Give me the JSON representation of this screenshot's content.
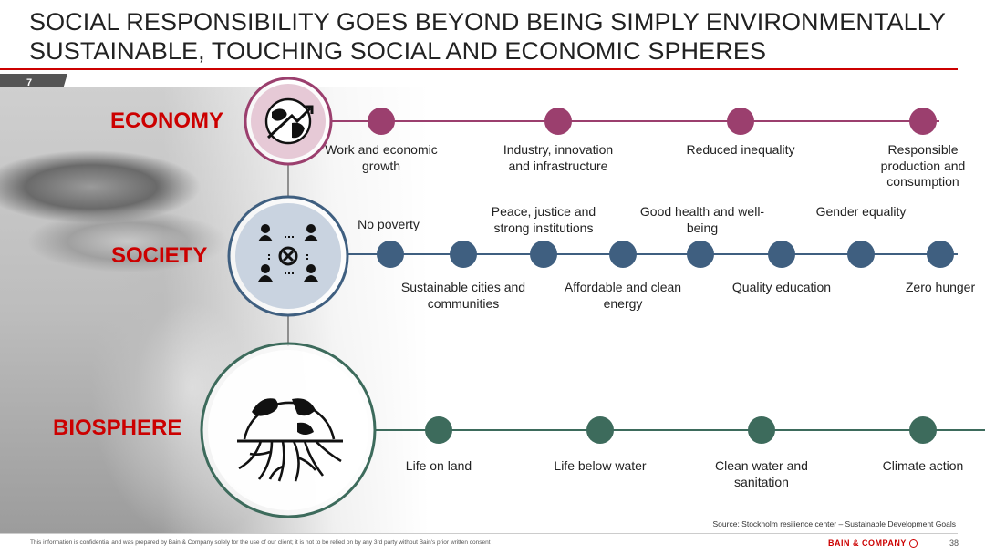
{
  "title": "SOCIAL RESPONSIBILITY GOES BEYOND BEING SIMPLY ENVIRONMENTALLY SUSTAINABLE, TOUCHING SOCIAL AND ECONOMIC SPHERES",
  "slide_number": "7",
  "spheres": [
    {
      "name": "ECONOMY",
      "color": "#9b3f6e",
      "icon": "globe-economy-icon",
      "goals": [
        "Work and economic growth",
        "Industry, innovation and infrastructure",
        "Reduced inequality",
        "Responsible production and consumption"
      ]
    },
    {
      "name": "SOCIETY",
      "color": "#3f5f80",
      "icon": "people-network-icon",
      "goals": [
        "No poverty",
        "Sustainable cities and communities",
        "Peace, justice and strong institutions",
        "Affordable and clean energy",
        "Good health and well-being",
        "Quality education",
        "Gender equality",
        "Zero hunger"
      ]
    },
    {
      "name": "BIOSPHERE",
      "color": "#3d6b5c",
      "icon": "earth-roots-icon",
      "goals": [
        "Life on land",
        "Life below water",
        "Clean water and sanitation",
        "Climate action"
      ]
    }
  ],
  "source": "Source: Stockholm resilience center – Sustainable Development Goals",
  "footer": {
    "confidential": "This information is confidential and was prepared by Bain & Company solely for the use of our client; it is not to be relied on by any 3rd party without Bain's prior written consent",
    "brand": "BAIN & COMPANY",
    "page": "38"
  },
  "colors": {
    "accent": "#cc0000",
    "economy": "#9b3f6e",
    "society": "#3f5f80",
    "biosphere": "#3d6b5c"
  }
}
